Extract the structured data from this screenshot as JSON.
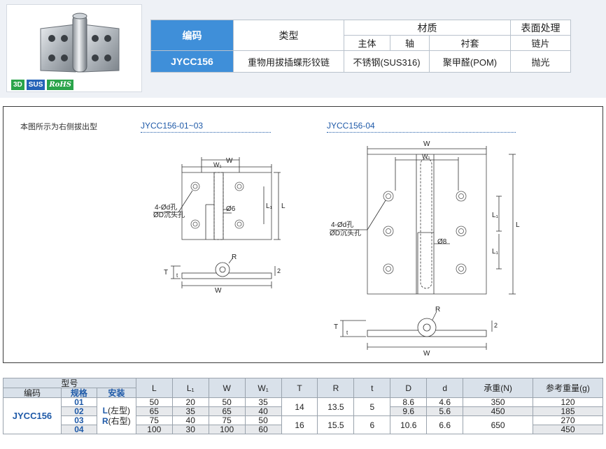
{
  "product": {
    "badges": [
      "3D",
      "SUS",
      "RoHS"
    ]
  },
  "spec_table": {
    "headers": {
      "code": "编码",
      "type": "类型",
      "material": "材质",
      "main": "主体",
      "shaft": "轴",
      "bushing": "衬套",
      "surface": "表面处理",
      "leaf": "链片"
    },
    "row": {
      "code": "JYCC156",
      "type": "重物用拔插蝶形铰链",
      "main_shaft": "不锈钢(SUS316)",
      "bushing": "聚甲醛(POM)",
      "finish": "抛光"
    }
  },
  "drawing": {
    "note": "本图所示为右侧拔出型",
    "left_title": "JYCC156-01~03",
    "right_title": "JYCC156-04",
    "labels": {
      "W": "W",
      "W1": "W₁",
      "L": "L",
      "L1": "L₁",
      "hole": "4-Ød孔",
      "counterbore": "ØD沉头孔",
      "d6": "Ø6",
      "d8": "Ø8",
      "R": "R",
      "T": "T",
      "t": "t",
      "two": "2"
    }
  },
  "size_table": {
    "group_header": "型号",
    "headers": {
      "code": "编码",
      "spec": "规格",
      "mount": "安装",
      "L": "L",
      "L1": "L₁",
      "W": "W",
      "W1": "W₁",
      "T": "T",
      "R": "R",
      "t": "t",
      "D": "D",
      "d": "d",
      "load": "承重(N)",
      "weight": "参考重量(g)"
    },
    "code": "JYCC156",
    "mount_L": "L",
    "mount_L_text": "(左型)",
    "mount_R": "R",
    "mount_R_text": "(右型)",
    "rows": [
      {
        "spec": "01",
        "L": "50",
        "L1": "20",
        "W": "50",
        "W1": "35",
        "weight": "120"
      },
      {
        "spec": "02",
        "L": "65",
        "L1": "35",
        "W": "65",
        "W1": "40",
        "weight": "185"
      },
      {
        "spec": "03",
        "L": "75",
        "L1": "40",
        "W": "75",
        "W1": "50",
        "weight": "270"
      },
      {
        "spec": "04",
        "L": "100",
        "L1": "30",
        "W": "100",
        "W1": "60",
        "weight": "450"
      }
    ],
    "groups": [
      {
        "T": "14",
        "R": "13.5",
        "t": "5",
        "D": [
          "8.6",
          "9.6"
        ],
        "d": [
          "4.6",
          "5.6"
        ],
        "load": [
          "350",
          "450"
        ]
      },
      {
        "T": "16",
        "R": "15.5",
        "t": "6",
        "D": "10.6",
        "d": "6.6",
        "load": "650"
      }
    ]
  }
}
